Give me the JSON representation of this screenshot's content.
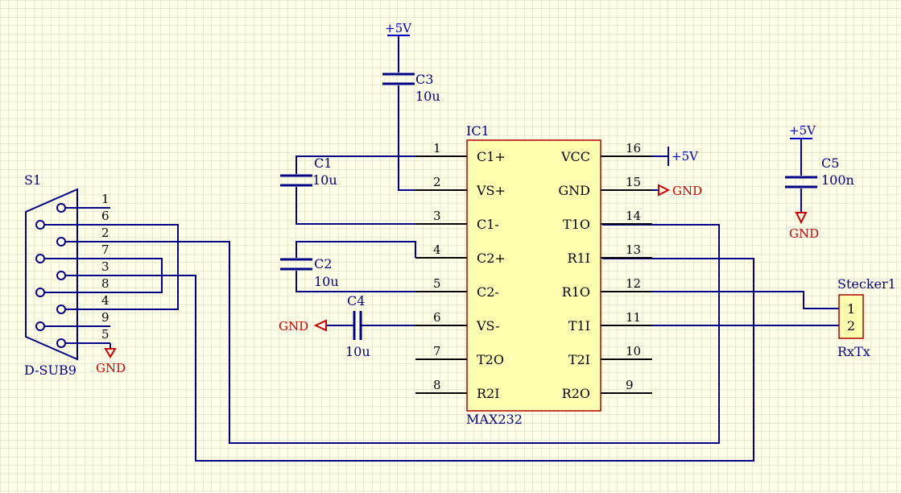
{
  "connector": {
    "ref": "S1",
    "type": "D-SUB9",
    "pins": [
      "1",
      "6",
      "2",
      "7",
      "3",
      "8",
      "4",
      "9",
      "5"
    ]
  },
  "ic": {
    "ref": "IC1",
    "part": "MAX232",
    "left": [
      {
        "num": "1",
        "name": "C1+"
      },
      {
        "num": "2",
        "name": "VS+"
      },
      {
        "num": "3",
        "name": "C1-"
      },
      {
        "num": "4",
        "name": "C2+"
      },
      {
        "num": "5",
        "name": "C2-"
      },
      {
        "num": "6",
        "name": "VS-"
      },
      {
        "num": "7",
        "name": "T2O"
      },
      {
        "num": "8",
        "name": "R2I"
      }
    ],
    "right": [
      {
        "num": "16",
        "name": "VCC"
      },
      {
        "num": "15",
        "name": "GND"
      },
      {
        "num": "14",
        "name": "T1O"
      },
      {
        "num": "13",
        "name": "R1I"
      },
      {
        "num": "12",
        "name": "R1O"
      },
      {
        "num": "11",
        "name": "T1I"
      },
      {
        "num": "10",
        "name": "T2I"
      },
      {
        "num": "9",
        "name": "R2O"
      }
    ]
  },
  "capacitors": [
    {
      "ref": "C1",
      "value": "10u"
    },
    {
      "ref": "C2",
      "value": "10u"
    },
    {
      "ref": "C3",
      "value": "10u"
    },
    {
      "ref": "C4",
      "value": "10u"
    },
    {
      "ref": "C5",
      "value": "100n"
    }
  ],
  "header": {
    "ref": "Stecker1",
    "name": "RxTx",
    "pins": [
      "1",
      "2"
    ]
  },
  "power_labels": {
    "vcc": "+5V",
    "gnd": "GND"
  },
  "colors": {
    "background": "#fffee7",
    "grid": "#d6d6c0",
    "wire": "#000088",
    "power": "#0000cc",
    "ground": "#d00000",
    "body": "#ffffb0",
    "body_border": "#b00000"
  }
}
